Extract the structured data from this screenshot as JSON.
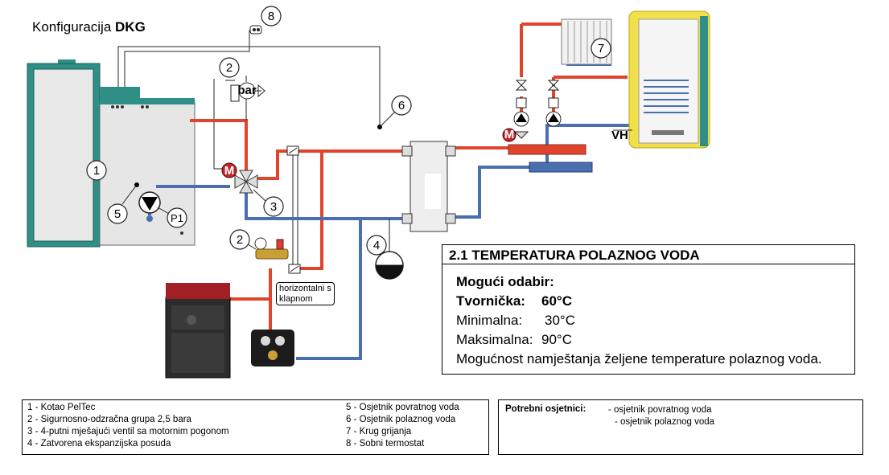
{
  "title": {
    "prefix": "Konfiguracija ",
    "bold": "DKG"
  },
  "callouts": {
    "n1": "1",
    "n2a": "2",
    "n2b": "2",
    "n3": "3",
    "n4": "4",
    "n5": "5",
    "n6": "6",
    "n7": "7",
    "n8": "8",
    "p1": "P1",
    "motor": "M",
    "bar": "bar",
    "vh": "VH"
  },
  "valve_label": {
    "line1": "horizontalni s",
    "line2": "klapnom"
  },
  "panel": {
    "heading": "2.1 TEMPERATURA POLAZNOG VODA",
    "options_label": "Mogući odabir:",
    "factory_label": "Tvornička:",
    "factory_value": "60°C",
    "min_label": "Minimalna:",
    "min_value": "30°C",
    "max_label": "Maksimalna:",
    "max_value": "90°C",
    "note": "Mogućnost namještanja željene temperature polaznog voda."
  },
  "legend": {
    "left": [
      "1 - Kotao PelTec",
      "2 - Sigurnosno-odzračna grupa 2,5 bara",
      "3 - 4-putni mješajući ventil sa motornim pogonom",
      "4 - Zatvorena ekspanzijska posuda"
    ],
    "right": [
      "5 - Osjetnik povratnog voda",
      "6 - Osjetnik polaznog voda",
      "7 - Krug grijanja",
      "8 - Sobni termostat"
    ]
  },
  "sensors": {
    "label": "Potrebni osjetnici:",
    "items": [
      "- osjetnik povratnog voda",
      "- osjetnik polaznog voda"
    ]
  },
  "colors": {
    "supply": "#e0452c",
    "return": "#4a6fb0",
    "boiler_teal": "#2f8f86",
    "boiler_gray": "#e3e3e3",
    "wood_boiler": "#b8232b",
    "tank_yellow": "#f2e04a"
  }
}
